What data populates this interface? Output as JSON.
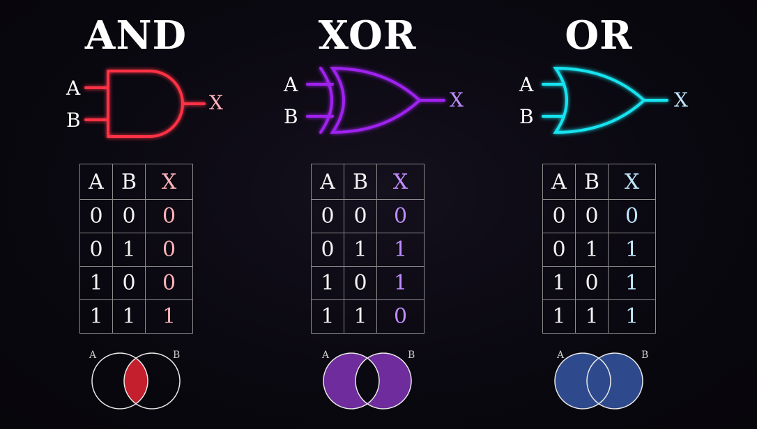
{
  "gates": [
    {
      "key": "and",
      "title": "AND",
      "color": "#ff3344",
      "output_color": "#ffb3b8",
      "venn_fill": "#c41f2d",
      "venn": "intersection",
      "inputs": [
        "A",
        "B"
      ],
      "output": "X",
      "header": [
        "A",
        "B",
        "X"
      ],
      "rows": [
        [
          "0",
          "0",
          "0"
        ],
        [
          "0",
          "1",
          "0"
        ],
        [
          "1",
          "0",
          "0"
        ],
        [
          "1",
          "1",
          "1"
        ]
      ],
      "venn_labels": [
        "A",
        "B"
      ]
    },
    {
      "key": "xor",
      "title": "XOR",
      "color": "#a020f0",
      "output_color": "#c08cff",
      "venn_fill": "#6e2c9c",
      "venn": "symmetric-difference",
      "inputs": [
        "A",
        "B"
      ],
      "output": "X",
      "header": [
        "A",
        "B",
        "X"
      ],
      "rows": [
        [
          "0",
          "0",
          "0"
        ],
        [
          "0",
          "1",
          "1"
        ],
        [
          "1",
          "0",
          "1"
        ],
        [
          "1",
          "1",
          "0"
        ]
      ],
      "venn_labels": [
        "A",
        "B"
      ]
    },
    {
      "key": "or",
      "title": "OR",
      "color": "#18e4f0",
      "output_color": "#bfe6ff",
      "venn_fill": "#2e4a8c",
      "venn": "union",
      "inputs": [
        "A",
        "B"
      ],
      "output": "X",
      "header": [
        "A",
        "B",
        "X"
      ],
      "rows": [
        [
          "0",
          "0",
          "0"
        ],
        [
          "0",
          "1",
          "1"
        ],
        [
          "1",
          "0",
          "1"
        ],
        [
          "1",
          "1",
          "1"
        ]
      ],
      "venn_labels": [
        "A",
        "B"
      ]
    }
  ]
}
